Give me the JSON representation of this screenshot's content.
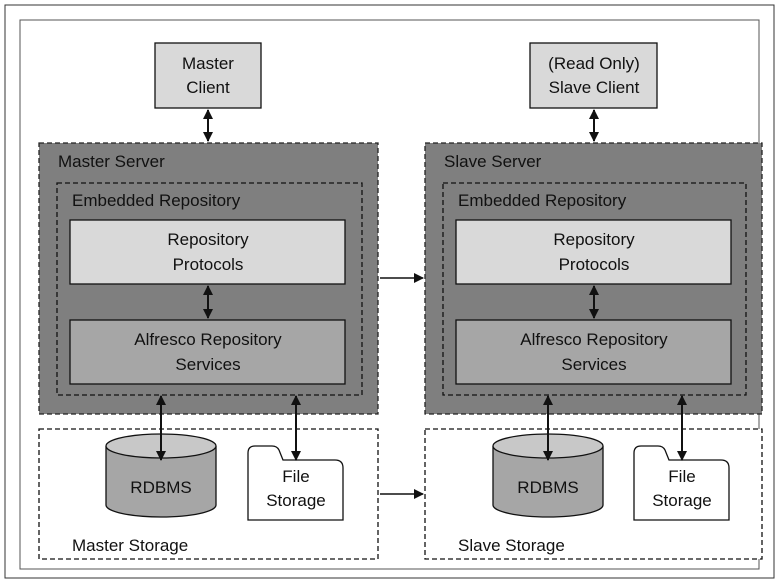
{
  "colors": {
    "outer_border": "#333333",
    "server_fill": "#7f7f7f",
    "client_fill": "#d9d9d9",
    "protocols_fill": "#d9d9d9",
    "services_fill": "#a6a6a6",
    "db_fill": "#a6a6a6",
    "file_fill": "#ffffff",
    "line": "#111111"
  },
  "master": {
    "client": [
      "Master",
      "Client"
    ],
    "server_label": "Master Server",
    "repository_label": "Embedded Repository",
    "protocols": [
      "Repository",
      "Protocols"
    ],
    "services": [
      "Alfresco Repository",
      "Services"
    ],
    "db_label": "RDBMS",
    "file_storage": [
      "File",
      "Storage"
    ],
    "storage_label": "Master Storage"
  },
  "slave": {
    "client": [
      "(Read Only)",
      "Slave Client"
    ],
    "server_label": "Slave Server",
    "repository_label": "Embedded Repository",
    "protocols": [
      "Repository",
      "Protocols"
    ],
    "services": [
      "Alfresco Repository",
      "Services"
    ],
    "db_label": "RDBMS",
    "file_storage": [
      "File",
      "Storage"
    ],
    "storage_label": "Slave Storage"
  }
}
